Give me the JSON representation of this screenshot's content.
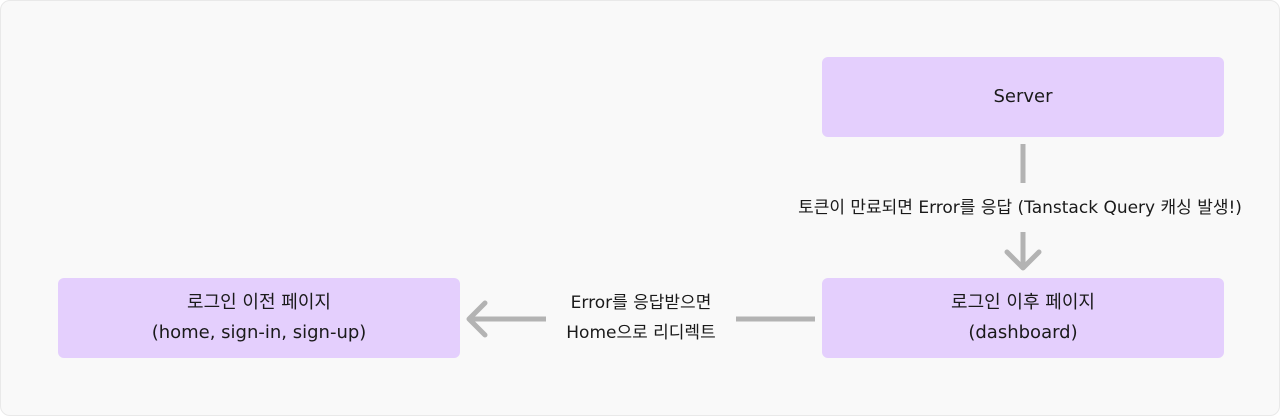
{
  "nodes": {
    "server": {
      "label": "Server"
    },
    "after_login": {
      "line1": "로그인 이후 페이지",
      "line2": "(dashboard)"
    },
    "before_login": {
      "line1": "로그인 이전 페이지",
      "line2": "(home, sign-in, sign-up)"
    }
  },
  "edges": {
    "server_to_after": {
      "label": "토큰이 만료되면 Error를 응답 (Tanstack Query 캐싱 발생!)"
    },
    "after_to_before": {
      "line1": "Error를 응답받으면",
      "line2": "Home으로 리디렉트"
    }
  },
  "colors": {
    "node_fill": "#e4cffd",
    "arrow": "#b3b3b3",
    "background": "#f9f9f9"
  }
}
